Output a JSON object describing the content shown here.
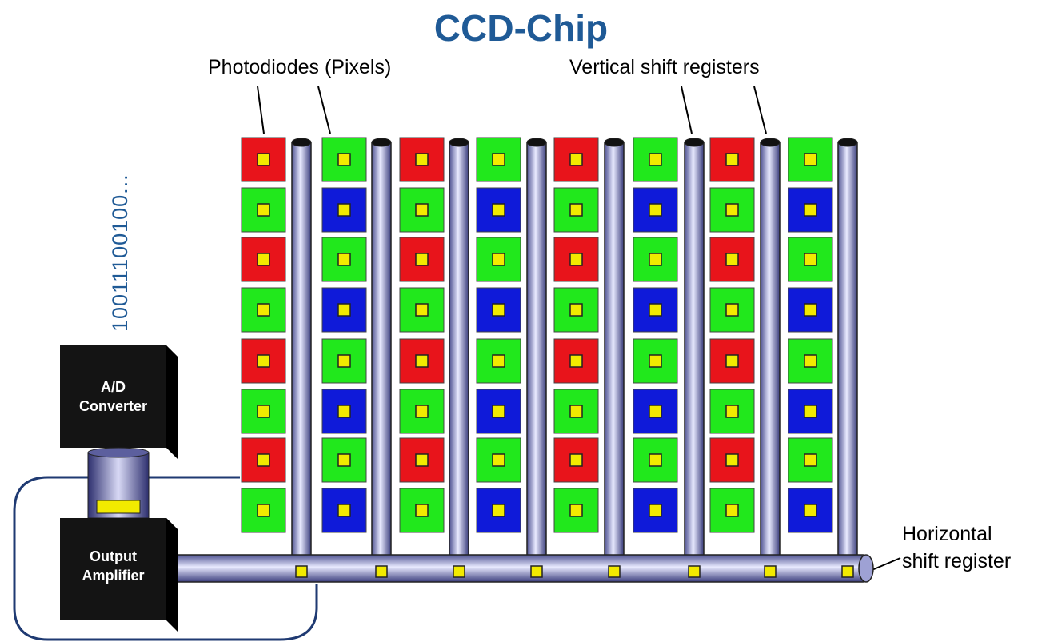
{
  "title": "CCD-Chip",
  "labels": {
    "photodiodes": "Photodiodes (Pixels)",
    "vertical_shift": "Vertical shift registers",
    "horizontal_line1": "Horizontal",
    "horizontal_line2": "shift register",
    "binary": "10011100100..."
  },
  "boxes": {
    "ad_line1": "A/D",
    "ad_line2": "Converter",
    "amp_line1": "Output",
    "amp_line2": "Amplifier"
  },
  "pixel_pattern": {
    "odd_columns": [
      "red",
      "green"
    ],
    "even_columns": [
      "green",
      "blue"
    ]
  },
  "colors": {
    "title": "#1f5a96",
    "red": "#e8141b",
    "green": "#21e81c",
    "blue": "#0f1ad9",
    "yellow": "#f2ea00",
    "register": "#8c8fc8",
    "box": "#111111"
  }
}
